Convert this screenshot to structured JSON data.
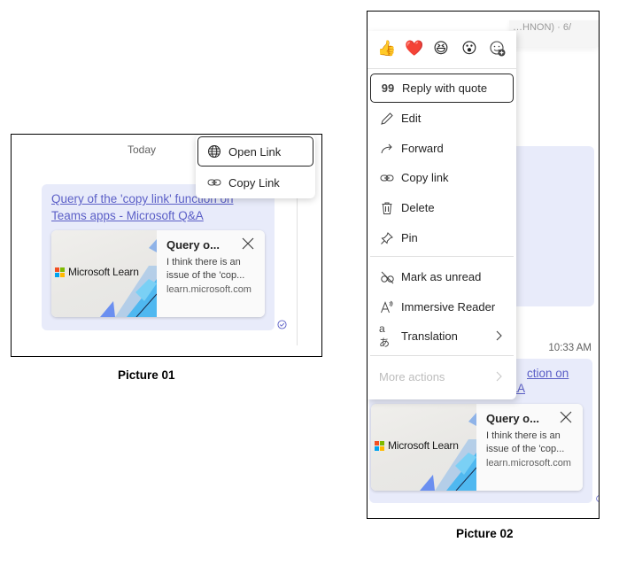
{
  "picture01": {
    "caption": "Picture 01",
    "date_divider": "Today",
    "context_menu": {
      "items": [
        {
          "label": "Open Link",
          "icon": "globe-icon",
          "focused": true
        },
        {
          "label": "Copy Link",
          "icon": "link-icon",
          "focused": false
        }
      ]
    },
    "message": {
      "link_text": "Query of the 'copy link' function on Teams apps - Microsoft Q&A",
      "preview_card": {
        "thumbnail_brand": "Microsoft Learn",
        "title": "Query o...",
        "description": "I think there is an issue of the 'cop...",
        "url": "learn.microsoft.com"
      },
      "status_icon": "read-receipt-icon"
    }
  },
  "picture02": {
    "caption": "Picture 02",
    "top_bar_text": "…HNON) · 6/",
    "reactions": [
      {
        "name": "like",
        "glyph": "👍"
      },
      {
        "name": "heart",
        "glyph": "❤️"
      },
      {
        "name": "laugh",
        "glyph": "😆"
      },
      {
        "name": "surprised",
        "glyph": "😮"
      },
      {
        "name": "more-reactions",
        "glyph": "☺"
      }
    ],
    "menu": {
      "items": [
        {
          "label": "Reply with quote",
          "icon": "quote-icon",
          "focused": true
        },
        {
          "label": "Edit",
          "icon": "pencil-icon"
        },
        {
          "label": "Forward",
          "icon": "forward-icon"
        },
        {
          "label": "Copy link",
          "icon": "link-icon"
        },
        {
          "label": "Delete",
          "icon": "trash-icon"
        },
        {
          "label": "Pin",
          "icon": "pin-icon"
        },
        {
          "label": "Mark as unread",
          "icon": "unread-icon"
        },
        {
          "label": "Immersive Reader",
          "icon": "immersive-reader-icon"
        },
        {
          "label": "Translation",
          "icon": "translate-icon",
          "submenu": true
        },
        {
          "label": "More actions",
          "icon": "",
          "submenu": true,
          "disabled": true
        }
      ]
    },
    "timestamp": "10:33 AM",
    "message": {
      "link_text_visible_1": "ction on",
      "link_text_visible_2": "&A",
      "preview_card": {
        "thumbnail_brand": "Microsoft Learn",
        "title": "Query o...",
        "description": "I think there is an issue of the 'cop...",
        "url": "learn.microsoft.com"
      }
    }
  },
  "colors": {
    "accent": "#5b5fc7",
    "bubble": "#e8ebfa",
    "text": "#242424",
    "muted": "#616161",
    "disabled": "#bdbdbd"
  }
}
